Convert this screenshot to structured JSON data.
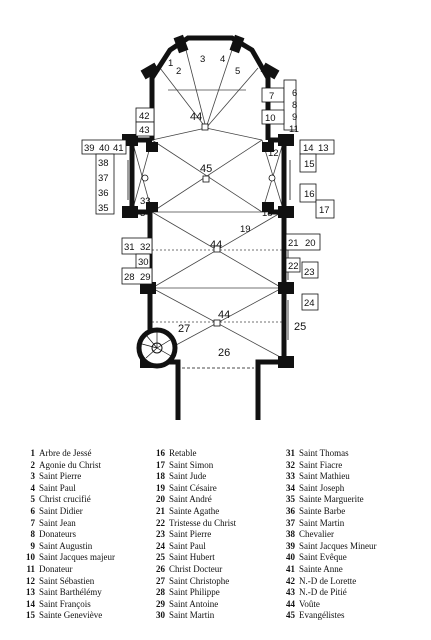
{
  "plan": {
    "numbers": [
      "1",
      "2",
      "3",
      "4",
      "5",
      "6",
      "7",
      "8",
      "9",
      "10",
      "11",
      "12",
      "13",
      "14",
      "15",
      "16",
      "17",
      "18",
      "19",
      "20",
      "21",
      "22",
      "23",
      "24",
      "25",
      "26",
      "27",
      "28",
      "29",
      "30",
      "31",
      "32",
      "33",
      "34",
      "35",
      "36",
      "37",
      "38",
      "39",
      "40",
      "41",
      "42",
      "43",
      "44",
      "45"
    ]
  },
  "legend": [
    {
      "n": "1",
      "label": "Arbre de Jessé"
    },
    {
      "n": "2",
      "label": "Agonie du Christ"
    },
    {
      "n": "3",
      "label": "Saint Pierre"
    },
    {
      "n": "4",
      "label": "Saint Paul"
    },
    {
      "n": "5",
      "label": "Christ crucifié"
    },
    {
      "n": "6",
      "label": "Saint Didier"
    },
    {
      "n": "7",
      "label": "Saint Jean"
    },
    {
      "n": "8",
      "label": "Donateurs"
    },
    {
      "n": "9",
      "label": "Saint Augustin"
    },
    {
      "n": "10",
      "label": "Saint Jacques majeur"
    },
    {
      "n": "11",
      "label": "Donateur"
    },
    {
      "n": "12",
      "label": "Saint Sébastien"
    },
    {
      "n": "13",
      "label": "Saint Barthélémy"
    },
    {
      "n": "14",
      "label": "Saint François"
    },
    {
      "n": "15",
      "label": "Sainte Geneviève"
    },
    {
      "n": "16",
      "label": "Retable"
    },
    {
      "n": "17",
      "label": "Saint Simon"
    },
    {
      "n": "18",
      "label": "Saint Jude"
    },
    {
      "n": "19",
      "label": "Saint Césaire"
    },
    {
      "n": "20",
      "label": "Saint André"
    },
    {
      "n": "21",
      "label": "Sainte Agathe"
    },
    {
      "n": "22",
      "label": "Tristesse du Christ"
    },
    {
      "n": "23",
      "label": "Saint Pierre"
    },
    {
      "n": "24",
      "label": "Saint Paul"
    },
    {
      "n": "25",
      "label": "Saint Hubert"
    },
    {
      "n": "26",
      "label": "Christ Docteur"
    },
    {
      "n": "27",
      "label": "Saint Christophe"
    },
    {
      "n": "28",
      "label": "Saint Philippe"
    },
    {
      "n": "29",
      "label": "Saint Antoine"
    },
    {
      "n": "30",
      "label": "Saint Martin"
    },
    {
      "n": "31",
      "label": "Saint Thomas"
    },
    {
      "n": "32",
      "label": "Saint Fiacre"
    },
    {
      "n": "33",
      "label": "Saint Mathieu"
    },
    {
      "n": "34",
      "label": "Saint Joseph"
    },
    {
      "n": "35",
      "label": "Sainte Marguerite"
    },
    {
      "n": "36",
      "label": "Sainte Barbe"
    },
    {
      "n": "37",
      "label": "Saint Martin"
    },
    {
      "n": "38",
      "label": "Chevalier"
    },
    {
      "n": "39",
      "label": "Saint Jacques Mineur"
    },
    {
      "n": "40",
      "label": "Saint Evêque"
    },
    {
      "n": "41",
      "label": "Sainte Anne"
    },
    {
      "n": "42",
      "label": "N.-D de Lorette"
    },
    {
      "n": "43",
      "label": "N.-D de Pitié"
    },
    {
      "n": "44",
      "label": "Voûte"
    },
    {
      "n": "45",
      "label": "Evangélistes"
    }
  ]
}
